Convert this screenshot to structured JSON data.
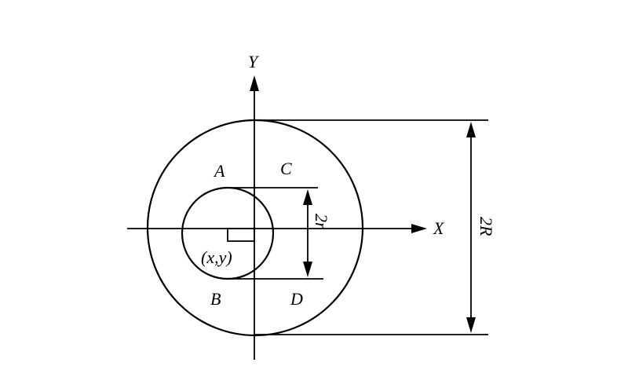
{
  "diagram": {
    "axis_x_label": "X",
    "axis_y_label": "Y",
    "region_a": "A",
    "region_b": "B",
    "region_c": "C",
    "region_d": "D",
    "inner_dimension": "2r",
    "outer_dimension": "2R",
    "center_label": "(x,y)"
  },
  "colors": {
    "ink": "#000000",
    "background": "#ffffff"
  }
}
